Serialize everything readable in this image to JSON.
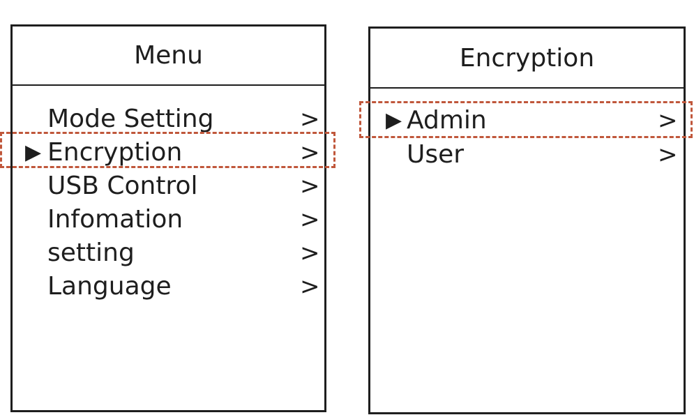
{
  "colors": {
    "highlight": "#c0573b",
    "text": "#1e1e1e"
  },
  "left_panel": {
    "title": "Menu",
    "pointer": "▶",
    "items": [
      {
        "label": "Mode Setting",
        "arrow": ">"
      },
      {
        "label": "Encryption",
        "arrow": ">",
        "selected": true
      },
      {
        "label": "USB Control",
        "arrow": ">"
      },
      {
        "label": "Infomation",
        "arrow": ">"
      },
      {
        "label": "setting",
        "arrow": ">"
      },
      {
        "label": "Language",
        "arrow": ">"
      }
    ]
  },
  "right_panel": {
    "title": "Encryption",
    "pointer": "▶",
    "items": [
      {
        "label": "Admin",
        "arrow": ">",
        "selected": true
      },
      {
        "label": "User",
        "arrow": ">"
      }
    ]
  }
}
